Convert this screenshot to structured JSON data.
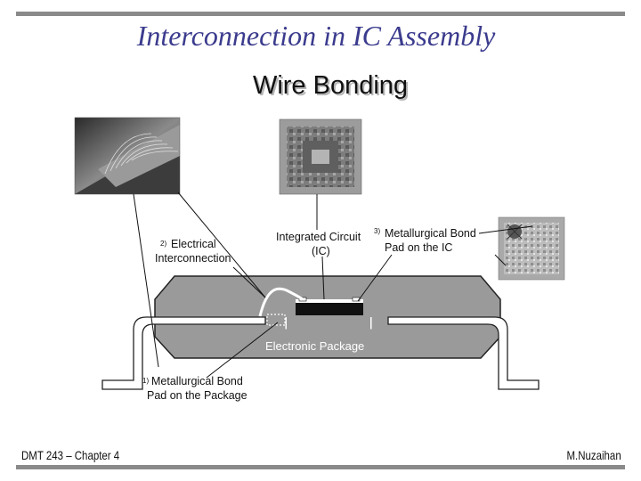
{
  "slide": {
    "title": "Interconnection in IC Assembly",
    "subtitle": "Wire Bonding"
  },
  "diagram": {
    "labels": {
      "electrical_interconnection_num": "2)",
      "electrical_interconnection_line1": "Electrical",
      "electrical_interconnection_line2": "Interconnection",
      "integrated_circuit_line1": "Integrated Circuit",
      "integrated_circuit_line2": "(IC)",
      "bond_ic_num": "3)",
      "bond_ic_line1": "Metallurgical Bond",
      "bond_ic_line2": "Pad on the IC",
      "electronic_package": "Electronic Package",
      "bond_package_num": "1)",
      "bond_package_line1": "Metallurgical Bond",
      "bond_package_line2": "Pad on the Package"
    }
  },
  "footer": {
    "left": "DMT 243 – Chapter 4",
    "right": "M.Nuzaihan"
  }
}
